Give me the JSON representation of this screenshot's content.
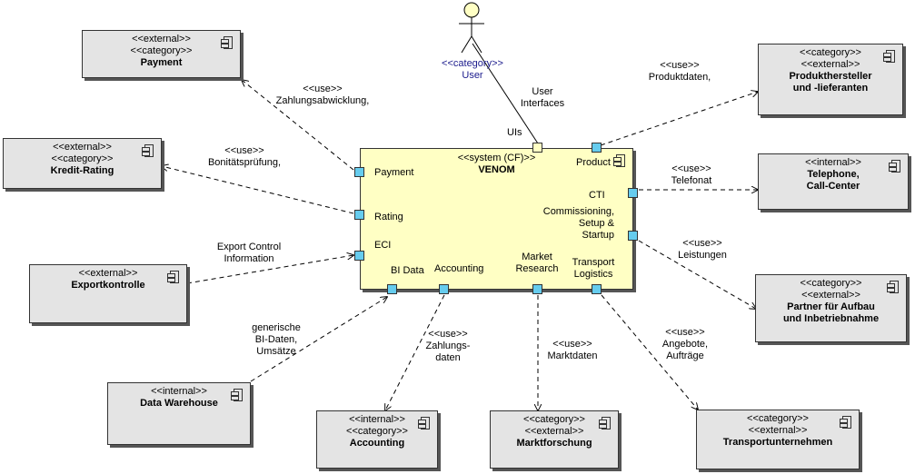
{
  "system": {
    "stereotype": "<<system (CF)>>",
    "name": "VENOM"
  },
  "actor": {
    "stereotype": "<<category>>",
    "name": "User"
  },
  "ports": {
    "payment": "Payment",
    "rating": "Rating",
    "eci": "ECI",
    "bi_data": "BI Data",
    "accounting": "Accounting",
    "market_research": "Market\nResearch",
    "transport_logistics": "Transport\nLogistics",
    "product": "Product",
    "cti": "CTI",
    "commissioning": "Commissioning,\nSetup &\nStartup",
    "uis": "UIs"
  },
  "components": {
    "payment": {
      "stereo1": "<<external>>",
      "stereo2": "<<category>>",
      "name": "Payment"
    },
    "kredit": {
      "stereo1": "<<external>>",
      "stereo2": "<<category>>",
      "name": "Kredit-Rating"
    },
    "export": {
      "stereo1": "<<external>>",
      "name": "Exportkontrolle"
    },
    "dwh": {
      "stereo1": "<<internal>>",
      "name": "Data Warehouse"
    },
    "accounting": {
      "stereo1": "<<internal>>",
      "stereo2": "<<category>>",
      "name": "Accounting"
    },
    "markt": {
      "stereo1": "<<category>>",
      "stereo2": "<<external>>",
      "name": "Marktforschung"
    },
    "transport": {
      "stereo1": "<<category>>",
      "stereo2": "<<external>>",
      "name": "Transportunternehmen"
    },
    "partner": {
      "stereo1": "<<category>>",
      "stereo2": "<<external>>",
      "name": "Partner für Aufbau\nund Inbetriebnahme"
    },
    "telephone": {
      "stereo1": "<<internal>>",
      "name": "Telephone,\nCall-Center"
    },
    "produkt": {
      "stereo1": "<<category>>",
      "stereo2": "<<external>>",
      "name": "Produkthersteller\nund -lieferanten"
    }
  },
  "edges": {
    "payment": "<<use>>\nZahlungsabwicklung,",
    "kredit": "<<use>>\nBonitätsprüfung,",
    "export": "Export Control\nInformation",
    "dwh": "generische\nBI-Daten,\nUmsätze",
    "accounting": "<<use>>\nZahlungs-\ndaten",
    "markt": "<<use>>\nMarktdaten",
    "transport": "<<use>>\nAngebote,\nAufträge",
    "partner": "<<use>>\nLeistungen",
    "telephone": "<<use>>\nTelefonat",
    "produkt": "<<use>>\nProduktdaten,",
    "user": "User\nInterfaces"
  }
}
